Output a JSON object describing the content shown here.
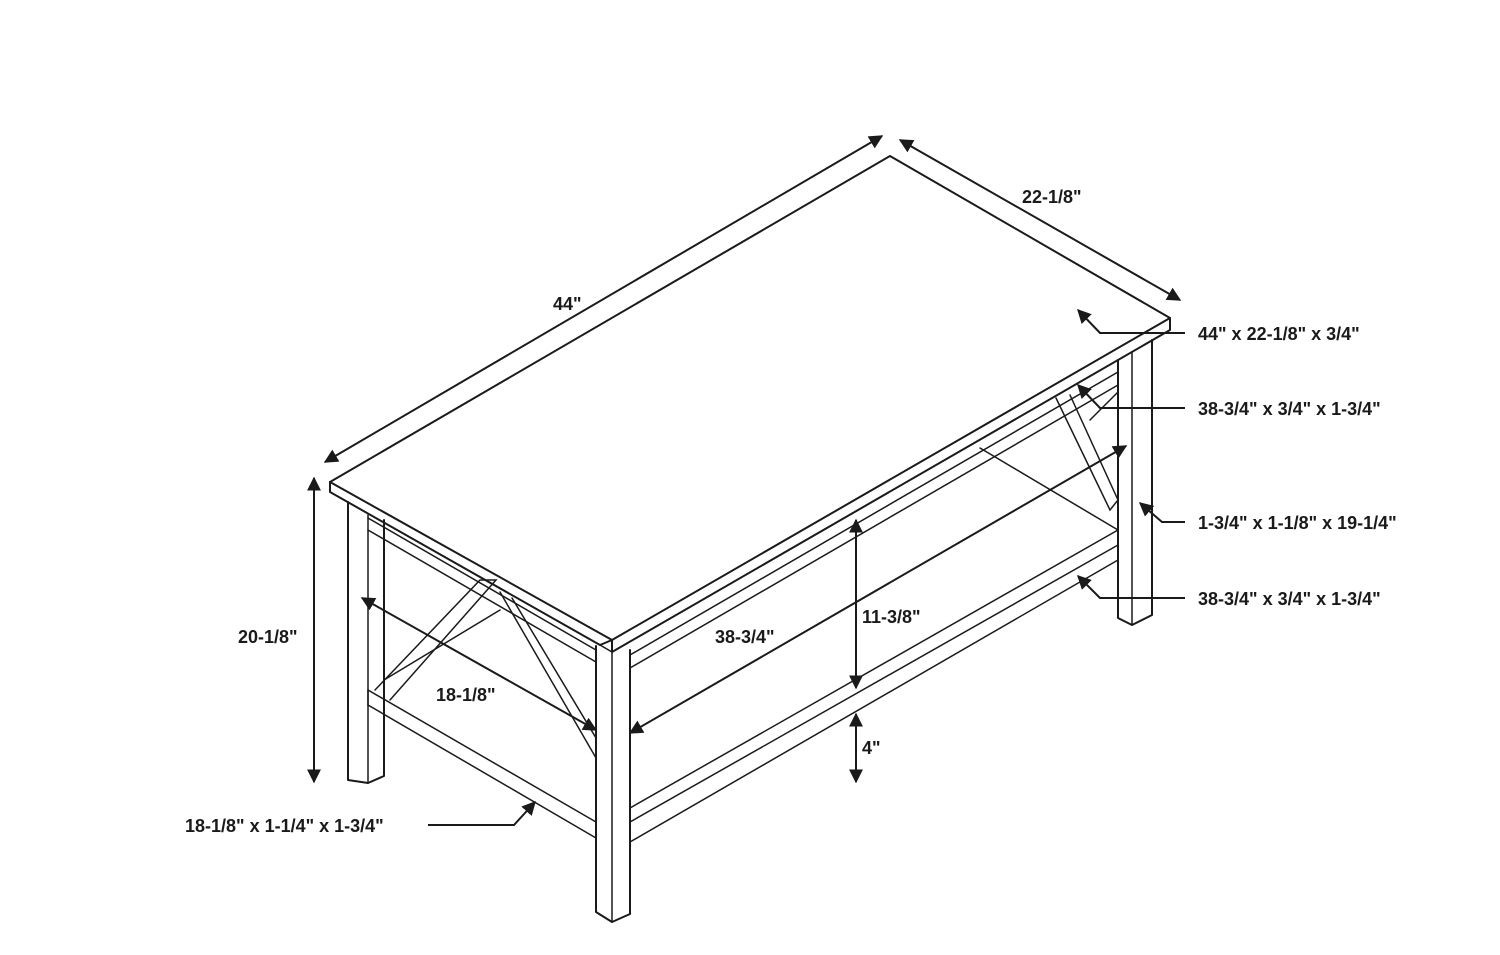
{
  "colors": {
    "line": "#1a1a1a",
    "background": "#ffffff"
  },
  "dimensions": {
    "length": "44\"",
    "depth": "22-1/8\"",
    "height": "20-1/8\"",
    "side_inner": "18-1/8\"",
    "front_inner": "38-3/4\"",
    "shelf_clearance": "11-3/8\"",
    "ground_clearance": "4\""
  },
  "callouts": {
    "tabletop": "44\" x 22-1/8\" x 3/4\"",
    "apron_rail": "38-3/4\" x 3/4\" x 1-3/4\"",
    "leg": "1-3/4\" x 1-1/8\" x 19-1/4\"",
    "shelf_rail": "38-3/4\" x 3/4\" x 1-3/4\"",
    "side_rail": "18-1/8\" x 1-1/4\" x 1-3/4\""
  }
}
